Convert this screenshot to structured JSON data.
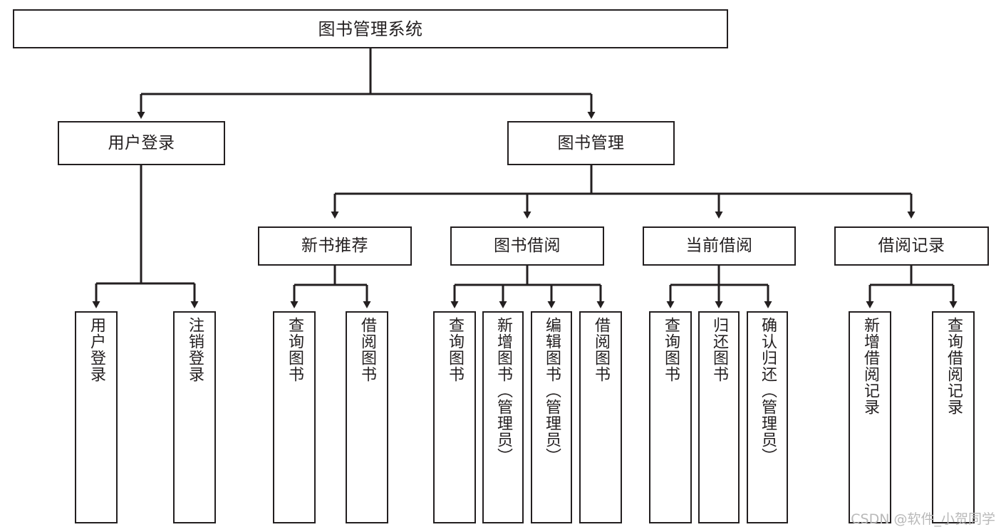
{
  "diagram": {
    "type": "tree",
    "title_node": "图书管理系统",
    "colors": {
      "stroke": "#231f20",
      "fill": "#ffffff",
      "watermark": "#b9b9b9"
    },
    "root": {
      "label": "图书管理系统"
    },
    "level2": [
      {
        "label": "用户登录"
      },
      {
        "label": "图书管理"
      }
    ],
    "level3": [
      {
        "label": "新书推荐"
      },
      {
        "label": "图书借阅"
      },
      {
        "label": "当前借阅"
      },
      {
        "label": "借阅记录"
      }
    ],
    "leaves": {
      "user_login": [
        {
          "label": "用户登录"
        },
        {
          "label": "注销登录"
        }
      ],
      "new_book_recommend": [
        {
          "label": "查询图书"
        },
        {
          "label": "借阅图书"
        }
      ],
      "book_borrow": [
        {
          "label": "查询图书"
        },
        {
          "label": "新增图书（管理员）"
        },
        {
          "label": "编辑图书（管理员）"
        },
        {
          "label": "借阅图书"
        }
      ],
      "current_borrow": [
        {
          "label": "查询图书"
        },
        {
          "label": "归还图书"
        },
        {
          "label": "确认归还（管理员）"
        }
      ],
      "borrow_record": [
        {
          "label": "新增借阅记录"
        },
        {
          "label": "查询借阅记录"
        }
      ]
    }
  },
  "watermark": {
    "text": "CSDN @软件_小贺同学"
  }
}
